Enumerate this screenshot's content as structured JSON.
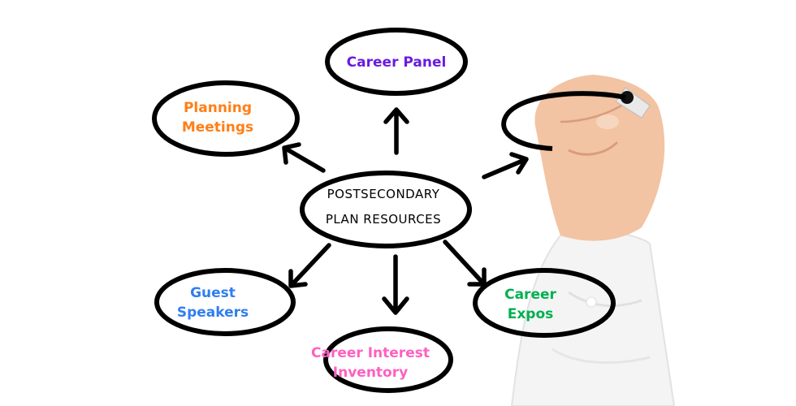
{
  "center": {
    "line1": "POSTSECONDARY",
    "line2": "PLAN RESOURCES"
  },
  "nodes": {
    "career_panel": {
      "label": "Career Panel",
      "color": "#6a1be0"
    },
    "planning_meetings": {
      "line1": "Planning",
      "line2": "Meetings",
      "color": "#ff7f17"
    },
    "guest_speakers": {
      "line1": "Guest",
      "line2": "Speakers",
      "color": "#2f7ef0"
    },
    "career_interest_inventory": {
      "line1": "Career Interest",
      "line2": "Inventory",
      "color": "#ff5fc1"
    },
    "career_expos": {
      "line1": "Career",
      "line2": "Expos",
      "color": "#00b050"
    }
  }
}
